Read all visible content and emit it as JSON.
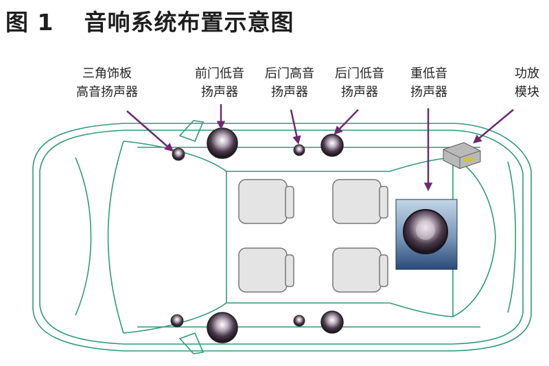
{
  "title": {
    "figure_number": "图 1",
    "text": "音响系统布置示意图"
  },
  "labels": {
    "a_pillar_tweeter": {
      "line1": "三角饰板",
      "line2": "高音扬声器"
    },
    "front_door_woofer": {
      "line1": "前门低音",
      "line2": "扬声器"
    },
    "rear_door_tweeter": {
      "line1": "后门高音",
      "line2": "扬声器"
    },
    "rear_door_woofer": {
      "line1": "后门低音",
      "line2": "扬声器"
    },
    "subwoofer": {
      "line1": "重低音",
      "line2": "扬声器"
    },
    "amplifier": {
      "line1": "功放",
      "line2": "模块"
    }
  },
  "colors": {
    "car_outline": "#2e9a7a",
    "arrow": "#6b2a6e",
    "speaker_dark": "#3a2e3c",
    "subwoofer_panel_top": "#c3d6e6",
    "subwoofer_panel_bottom": "#2a4a78",
    "seat_fill": "#e4e4e4",
    "seat_stroke": "#777777"
  }
}
